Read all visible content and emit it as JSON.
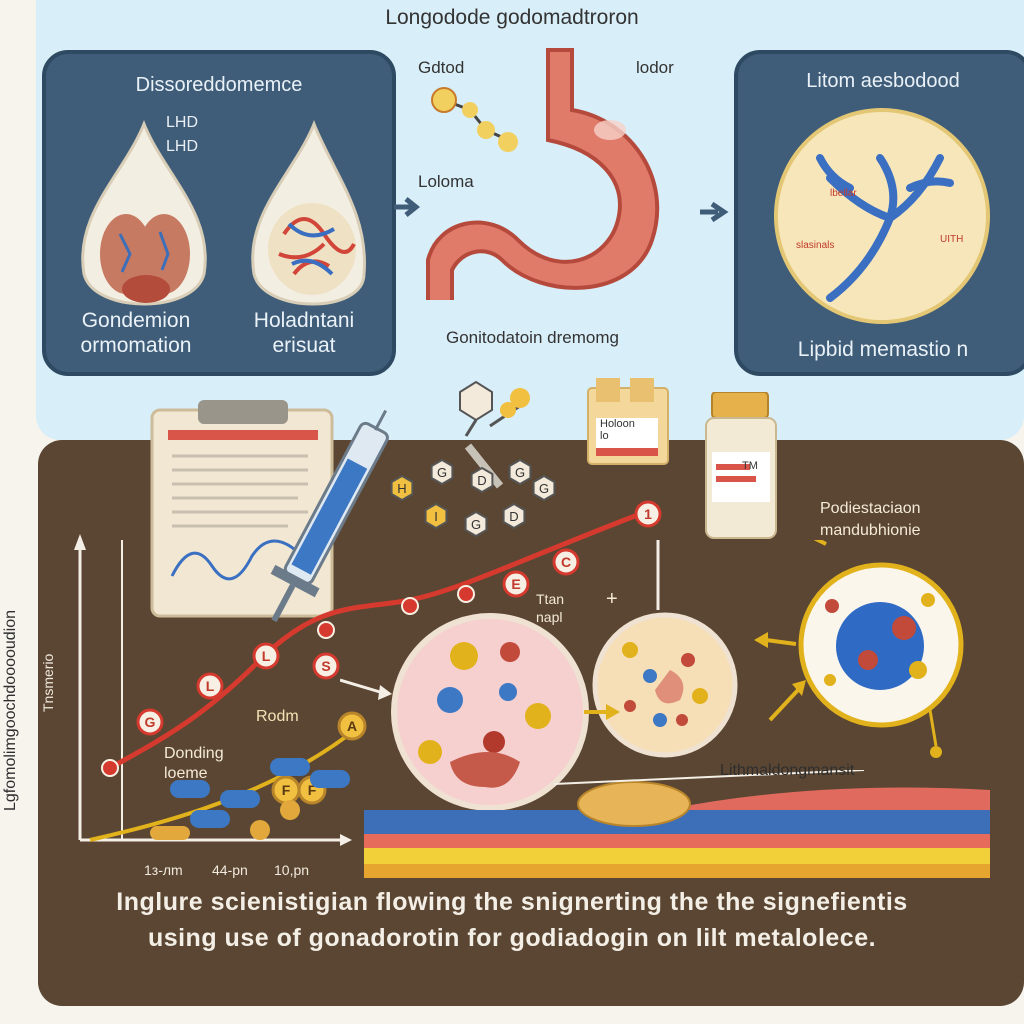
{
  "header": {
    "title": "Longodode godomadtroron"
  },
  "left_panel": {
    "title": "Dissoreddomemce",
    "tags": [
      "LHD",
      "LHD"
    ],
    "organ_labels": [
      "Gondemion\normomation",
      "Holadntani\nerisuat"
    ]
  },
  "center": {
    "labels": {
      "gdtod": "Gdtod",
      "lodor": "lodor",
      "loloma": "Loloma"
    },
    "subtitle": "Gonitodatoin dremomg"
  },
  "right_panel": {
    "title": "Litom aesbodood",
    "footer": "Lipbid memastio n",
    "inner_tags": [
      "lbellar",
      "slasinals",
      "UITH"
    ]
  },
  "chart": {
    "y_label_outer": "Lgfomolimgoochdooooudion",
    "y_label_inner": "Tnsmerio",
    "x_ticks": [
      "1з-лm",
      "44-pn",
      "10,pn"
    ],
    "line_points": [
      "G",
      "L",
      "L",
      "S",
      "E",
      "C",
      "1"
    ],
    "lower_labels": [
      "A",
      "F",
      "F"
    ],
    "label_rodm": "Rodm",
    "label_donding": "Donding\nloeme",
    "label_ttan": "Ttan\nnapl",
    "plus": "+"
  },
  "molecule": {
    "nodes": [
      "H",
      "G",
      "D",
      "G",
      "G",
      "I",
      "G",
      "D"
    ]
  },
  "vial_labels": {
    "vial1": "Ηoloon\nlo",
    "vial2": "TM"
  },
  "right_bottom": {
    "label": "Podiestaciaon\nmandubhionie",
    "membrane_label": "Lithmaldongmansit"
  },
  "caption": {
    "line1": "Inglure  scienistigian flowing the snignerting the the signefientis",
    "line2": "using use of gonadorotin for godiadogin on lilt metalolece."
  },
  "colors": {
    "panel": "#3f5d79",
    "bottom": "#5a4632",
    "top_bg": "#d8eef8",
    "red_line": "#d63a2e",
    "yellow_line": "#e2b21c"
  }
}
